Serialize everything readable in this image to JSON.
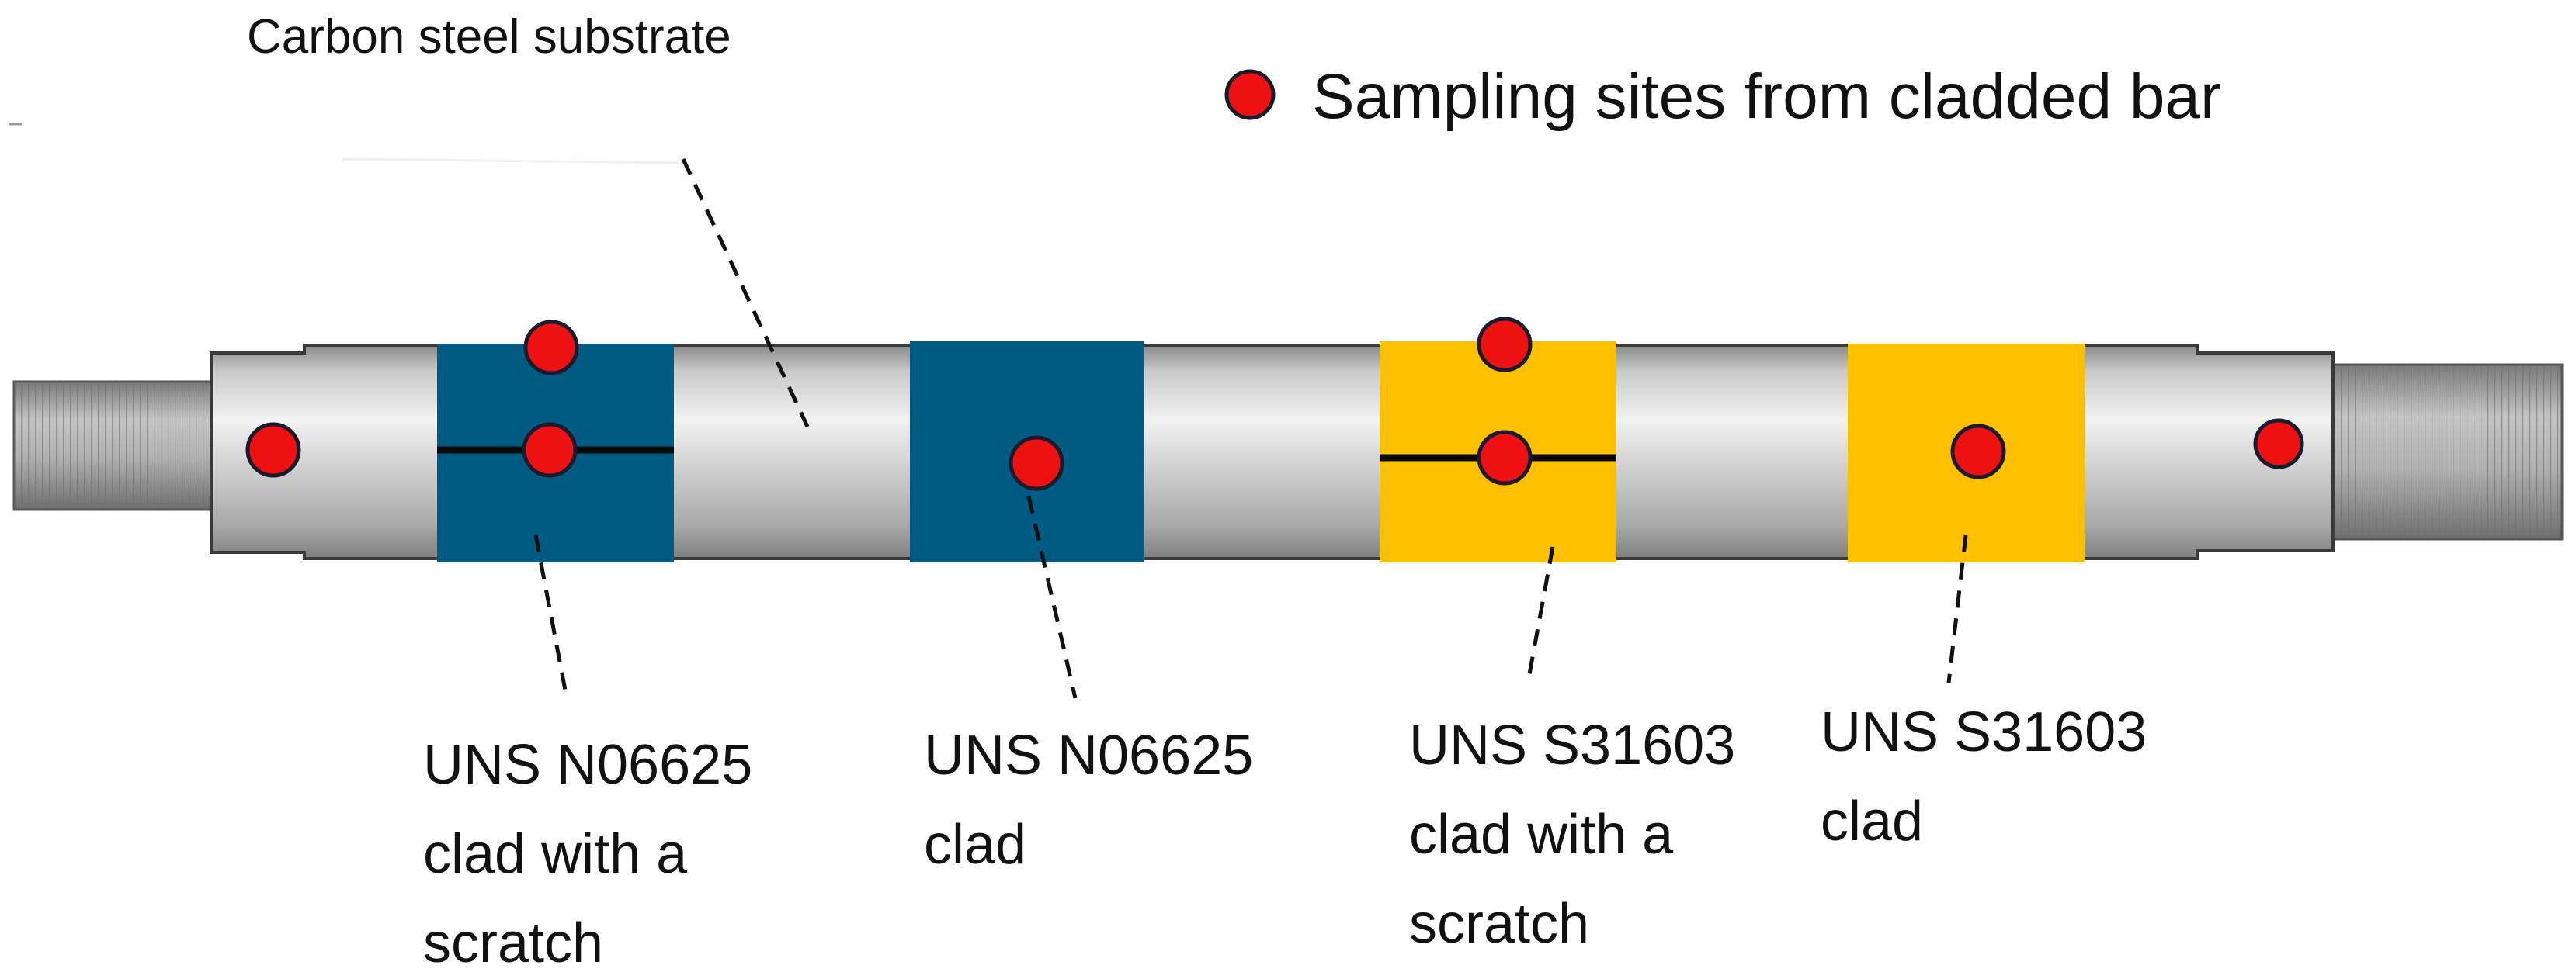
{
  "labels": {
    "substrate": "Carbon steel substrate",
    "legend": "Sampling sites from cladded bar",
    "clad1": [
      "UNS N06625",
      "clad with a",
      "scratch"
    ],
    "clad2": [
      "UNS N06625",
      "clad"
    ],
    "clad3": [
      "UNS S31603",
      "clad with a",
      "scratch"
    ],
    "clad4": [
      "UNS S31603",
      "clad"
    ]
  },
  "colors": {
    "n06625_clad": "#005b82",
    "s31603_clad": "#ffc000",
    "sampling_site": "#ee1111",
    "bar_steel": "#b9b9b9",
    "thread": "#9a9a9a"
  },
  "icons": {
    "legend_marker": "red-dot-icon"
  }
}
